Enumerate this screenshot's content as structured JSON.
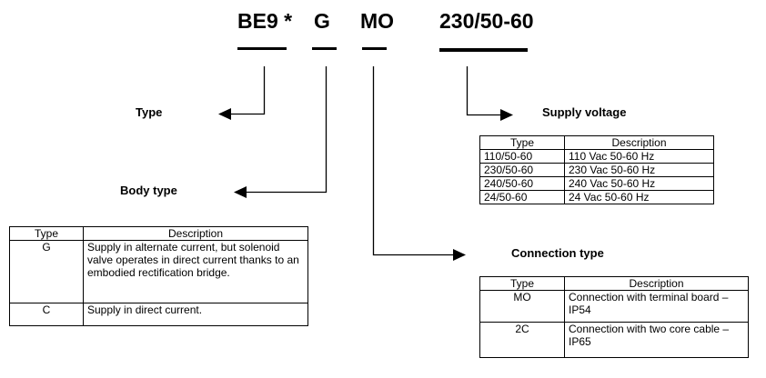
{
  "code": {
    "segments": [
      {
        "text": "BE9 *"
      },
      {
        "text": "G"
      },
      {
        "text": "MO"
      },
      {
        "text": "230/50-60"
      }
    ]
  },
  "labels": {
    "type": "Type",
    "body_type": "Body type",
    "supply_voltage": "Supply voltage",
    "connection_type": "Connection type"
  },
  "body_table": {
    "headers": [
      "Type",
      "Description"
    ],
    "rows": [
      {
        "type": "G",
        "description": "Supply in alternate current, but solenoid valve operates in direct current thanks to an embodied rectification bridge."
      },
      {
        "type": "C",
        "description": "Supply in direct current."
      }
    ]
  },
  "supply_table": {
    "headers": [
      "Type",
      "Description"
    ],
    "rows": [
      {
        "type": "110/50-60",
        "description": "110 Vac 50-60 Hz"
      },
      {
        "type": "230/50-60",
        "description": "230 Vac 50-60 Hz"
      },
      {
        "type": "240/50-60",
        "description": "240 Vac 50-60 Hz"
      },
      {
        "type": "24/50-60",
        "description": "24 Vac 50-60 Hz"
      }
    ]
  },
  "connection_table": {
    "headers": [
      "Type",
      "Description"
    ],
    "rows": [
      {
        "type": "MO",
        "description": "Connection with terminal board –IP54"
      },
      {
        "type": "2C",
        "description": "Connection with two core cable – IP65"
      }
    ]
  }
}
